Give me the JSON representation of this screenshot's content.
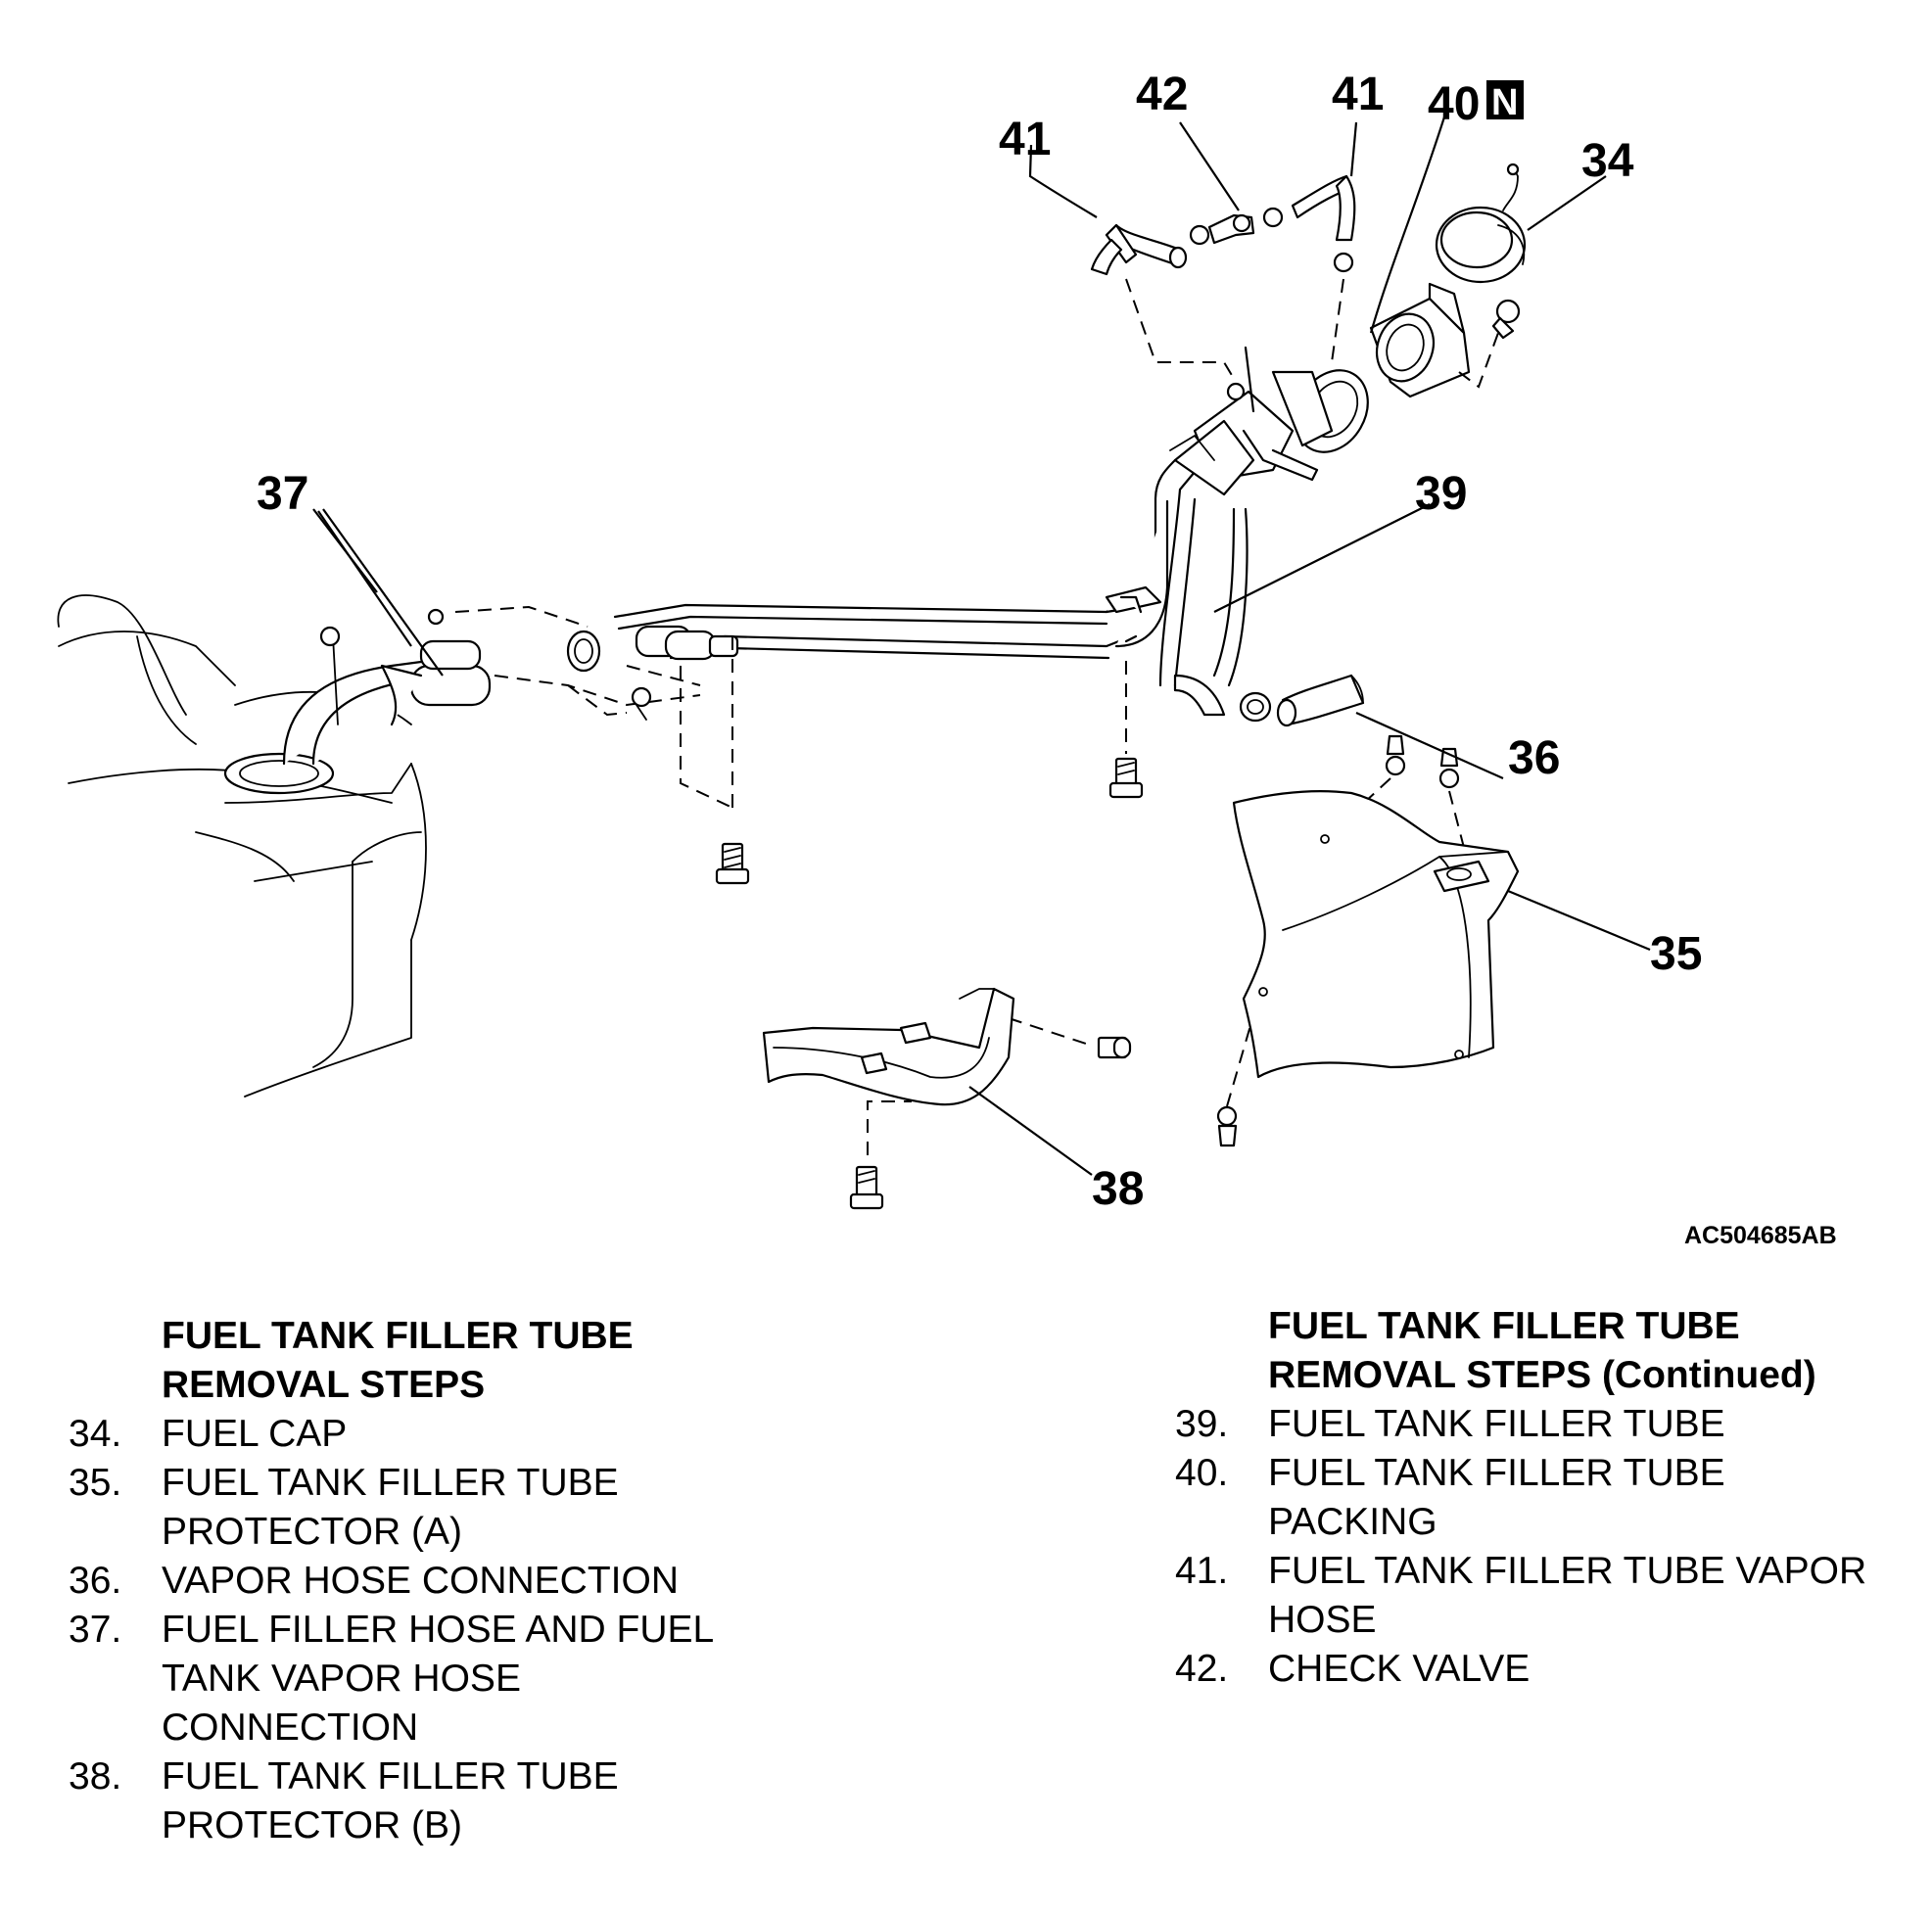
{
  "figure": {
    "id": "AC504685AB",
    "callouts": {
      "c34": "34",
      "c35": "35",
      "c36": "36",
      "c37": "37",
      "c38": "38",
      "c39": "39",
      "c40": "40",
      "c40_mark": "N",
      "c41a": "41",
      "c41b": "41",
      "c42": "42"
    }
  },
  "left_column": {
    "heading": [
      "FUEL TANK FILLER TUBE",
      "REMOVAL STEPS"
    ],
    "steps": [
      {
        "num": "34.",
        "lines": [
          "FUEL CAP"
        ]
      },
      {
        "num": "35.",
        "lines": [
          "FUEL TANK FILLER TUBE",
          "PROTECTOR (A)"
        ]
      },
      {
        "num": "36.",
        "lines": [
          "VAPOR HOSE CONNECTION"
        ]
      },
      {
        "num": "37.",
        "lines": [
          "FUEL FILLER HOSE AND FUEL",
          "TANK VAPOR HOSE",
          "CONNECTION"
        ]
      },
      {
        "num": "38.",
        "lines": [
          "FUEL TANK FILLER TUBE",
          "PROTECTOR (B)"
        ]
      }
    ]
  },
  "right_column": {
    "heading": [
      "FUEL TANK FILLER TUBE",
      "REMOVAL STEPS (Continued)"
    ],
    "steps": [
      {
        "num": "39.",
        "lines": [
          "FUEL TANK FILLER TUBE"
        ]
      },
      {
        "num": "40.",
        "lines": [
          "FUEL TANK FILLER TUBE",
          "PACKING"
        ]
      },
      {
        "num": "41.",
        "lines": [
          "FUEL TANK FILLER TUBE VAPOR",
          "HOSE"
        ]
      },
      {
        "num": "42.",
        "lines": [
          "CHECK VALVE"
        ]
      }
    ]
  }
}
